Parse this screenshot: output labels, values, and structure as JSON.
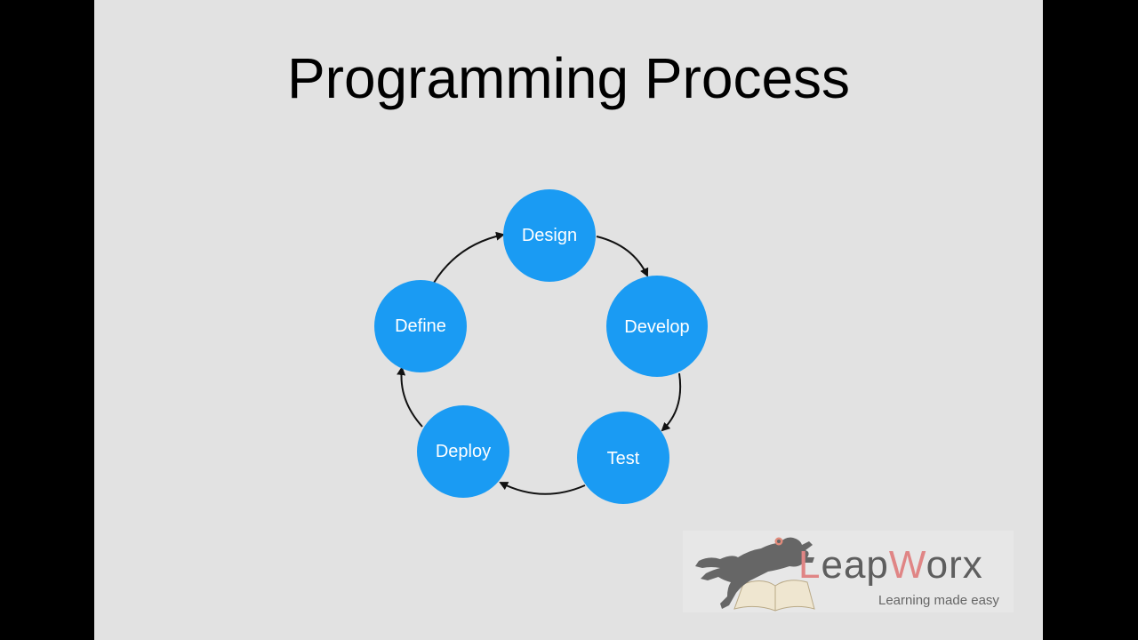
{
  "slide": {
    "title": "Programming Process",
    "background": "#e2e2e2",
    "letterbox_color": "#000000"
  },
  "diagram": {
    "type": "cycle",
    "node_color": "#1a9bf3",
    "arrow_color": "#111111",
    "nodes": [
      {
        "id": "design",
        "label": "Design"
      },
      {
        "id": "develop",
        "label": "Develop"
      },
      {
        "id": "test",
        "label": "Test"
      },
      {
        "id": "deploy",
        "label": "Deploy"
      },
      {
        "id": "define",
        "label": "Define"
      }
    ],
    "edges": [
      {
        "from": "define",
        "to": "design"
      },
      {
        "from": "design",
        "to": "develop"
      },
      {
        "from": "develop",
        "to": "test"
      },
      {
        "from": "test",
        "to": "deploy"
      },
      {
        "from": "deploy",
        "to": "define"
      }
    ]
  },
  "logo": {
    "brand_prefix": "L",
    "brand_mid1": "eap",
    "brand_w": "W",
    "brand_end": "orx",
    "tagline": "Learning made easy",
    "icons": [
      "frog-icon",
      "open-book-icon"
    ]
  }
}
